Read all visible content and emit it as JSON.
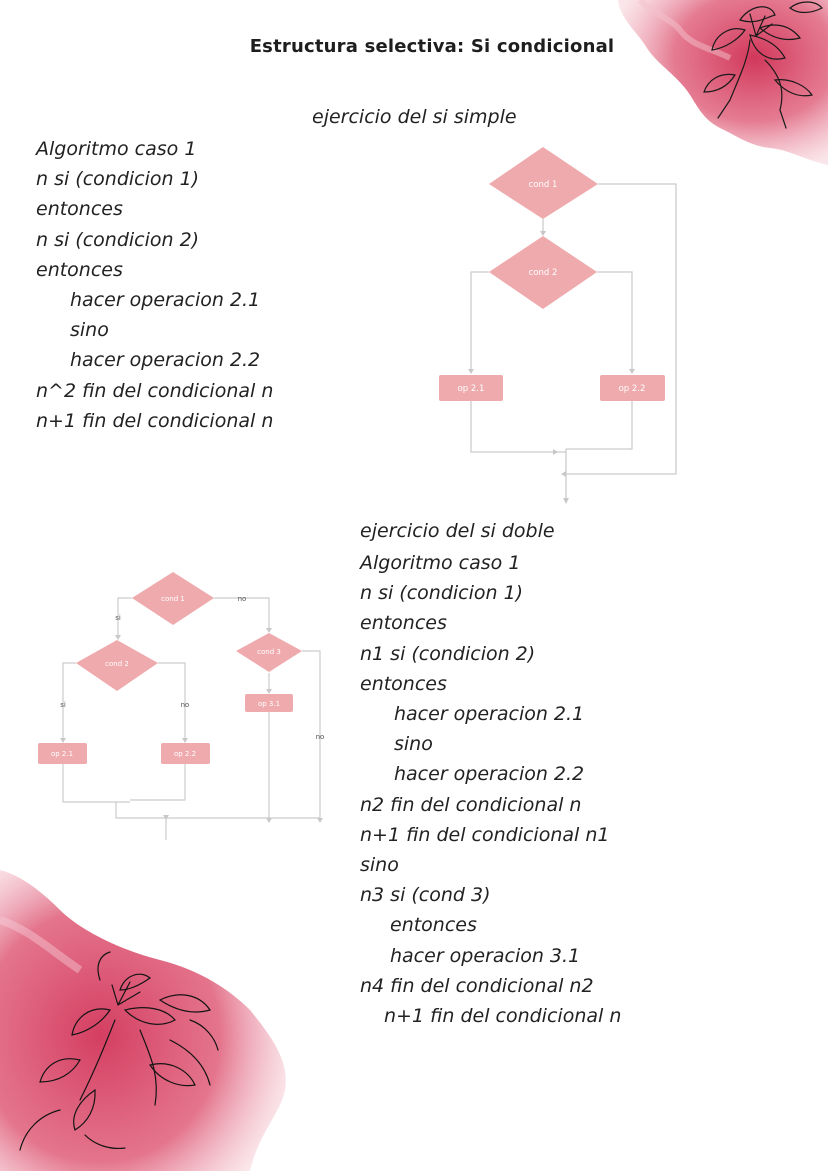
{
  "title": "Estructura selectiva: Si condicional",
  "section1": {
    "heading": "ejercicio del  si simple",
    "lines": [
      "Algoritmo caso 1",
      "n si (condicion 1)",
      "entonces",
      "n si (condicion 2)",
      "entonces",
      "hacer operacion 2.1",
      "sino",
      "hacer operacion 2.2",
      "n^2 fin del condicional n",
      "n+1 fin del condicional n"
    ],
    "diagram": {
      "cond1": "cond 1",
      "cond2": "cond 2",
      "op21": "op 2.1",
      "op22": "op 2.2"
    }
  },
  "section2": {
    "heading": "ejercicio del  si doble",
    "lines": [
      "Algoritmo caso 1",
      "n si (condicion 1)",
      "entonces",
      "n1 si (condicion 2)",
      "entonces",
      "hacer operacion 2.1",
      "sino",
      "hacer operacion 2.2",
      "n2 fin del condicional n",
      "n+1 fin del condicional n1",
      "sino",
      "n3 si (cond 3)",
      "entonces",
      "hacer operacion 3.1",
      "n4 fin del condicional  n2",
      "n+1 fin del condicional n"
    ],
    "diagram": {
      "cond1": "cond 1",
      "cond2": "cond 2",
      "cond3": "cond 3",
      "op21": "op 2.1",
      "op22": "op 2.2",
      "op31": "op 3.1",
      "si_1": "si",
      "no_1": "no",
      "si_2": "si",
      "no_2": "no",
      "no_3": "no"
    }
  },
  "colors": {
    "shape_fill": "#efaaad",
    "shape_text": "#ffffff",
    "connector": "#c8c8c8",
    "watercolor": "#d94463",
    "text": "#222222"
  },
  "decorations": [
    "watercolor-flower-top-right",
    "watercolor-flower-bottom-left"
  ]
}
